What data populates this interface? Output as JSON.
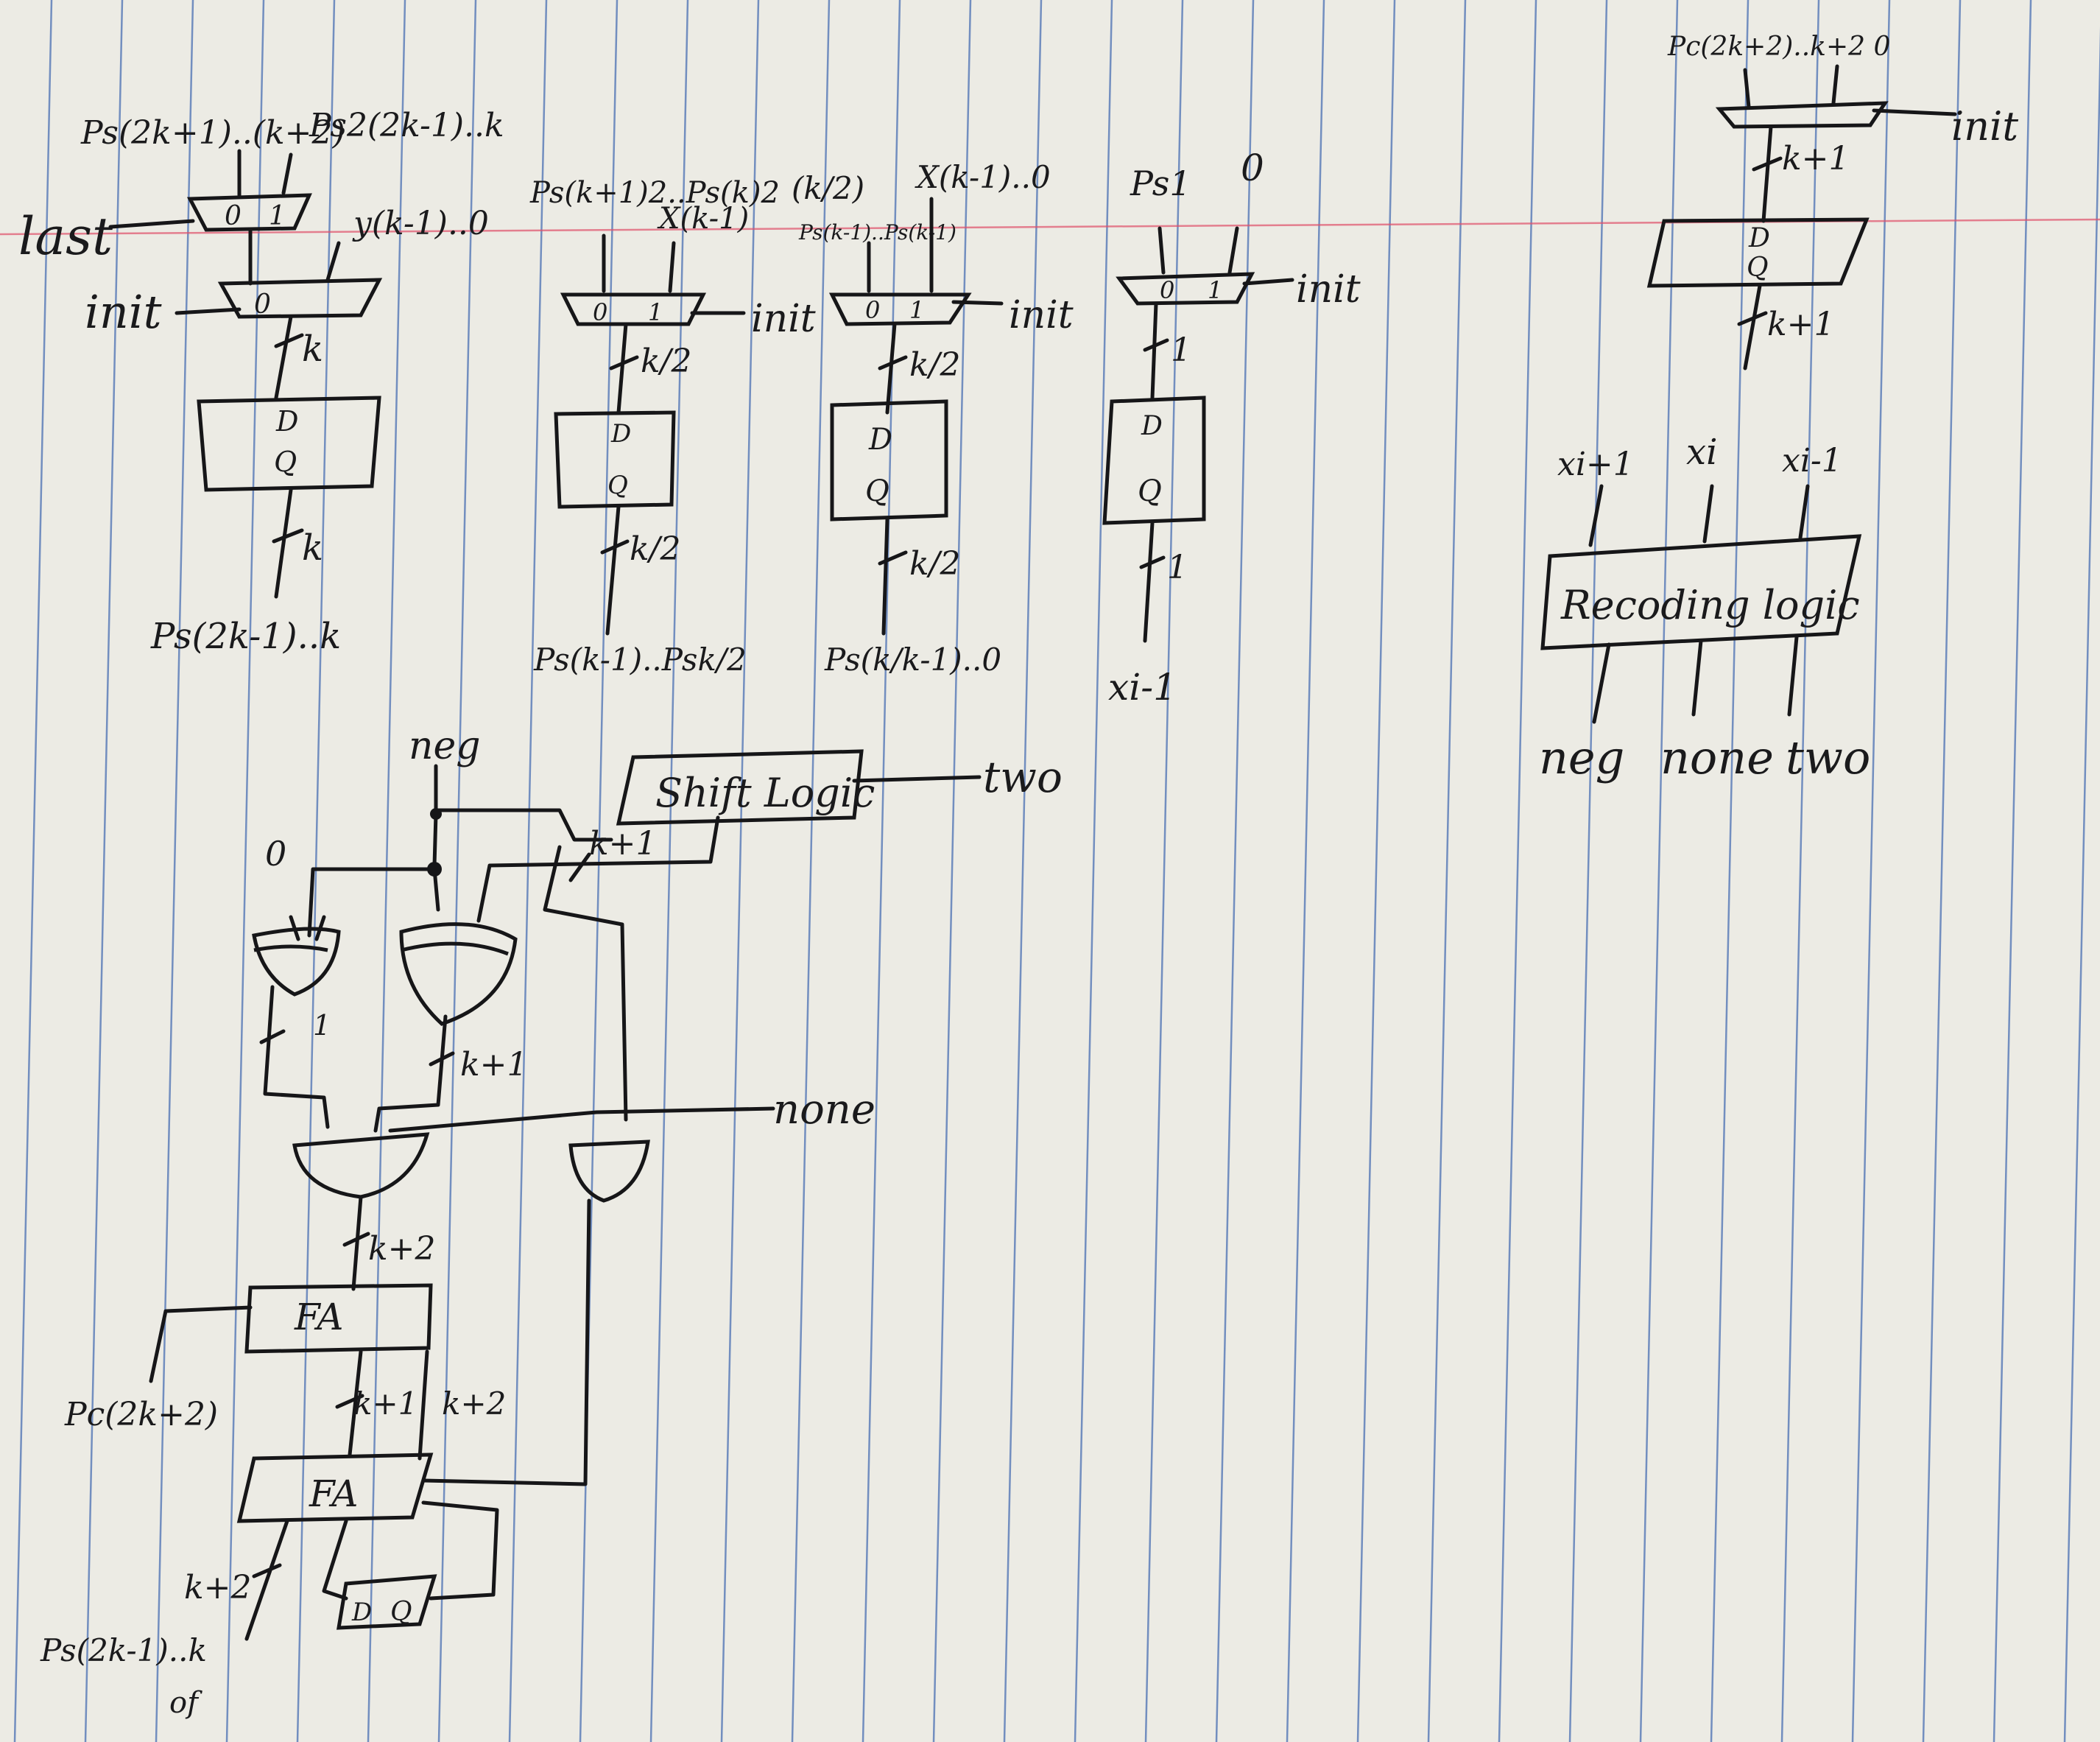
{
  "page": {
    "paper_color": "#ecebe4",
    "ink_color": "#161618",
    "rule_color": "#4a6fb3",
    "margin_color": "#e0506a"
  },
  "labels": {
    "ps_2k1_k2": "Ps(2k+1)..(k+2)",
    "ps2_2k1_k": "Ps2(2k-1)..k",
    "last": "last",
    "init": "init",
    "mux_0": "0",
    "mux_1": "1",
    "y_k1_0": "y(k-1)..0",
    "d": "D",
    "q": "Q",
    "k": "k",
    "k2": "k/2",
    "k_plus_1": "k+1",
    "k_plus_2": "k+2",
    "one": "1",
    "ps_2k1_k_out": "Ps(2k-1)..k",
    "ps_k1_2": "Ps(k+1)2..Ps(k)2",
    "x_k1": "X(k-1)",
    "half_k": "(k/2)",
    "ps_k1_pk": "Ps(k-1)..Ps(k-1)",
    "x_k1_0": "X(k-1)..0",
    "ps1": "Ps1",
    "zero": "0",
    "ps_k1_psk2": "Ps(k-1)..Psk/2",
    "ps_k1_0": "Ps(k/k-1)..0",
    "xi_1": "xi-1",
    "pc_top": "Pc(2k+2)..k+2 0",
    "xi_plus_1": "xi+1",
    "xi": "xi",
    "xi_minus_1": "xi-1",
    "recoding_logic": "Recoding logic",
    "neg": "neg",
    "none": "none",
    "two": "two",
    "shift_logic": "Shift Logic",
    "fa": "FA",
    "pc_2k2": "Pc(2k+2)",
    "ps_2k1_k_bottom": "Ps(2k-1)..k",
    "of": "of"
  }
}
